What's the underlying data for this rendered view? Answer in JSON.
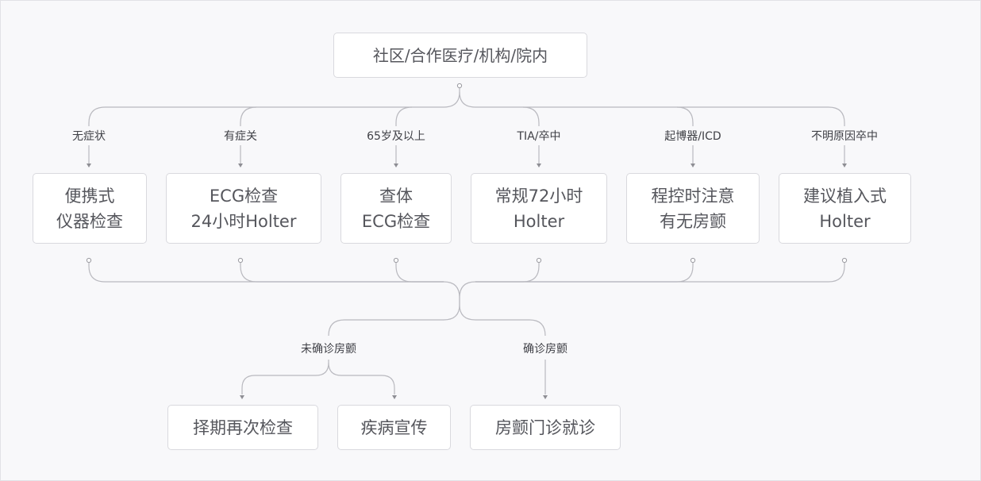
{
  "root": {
    "label": "社区/合作医疗/机构/院内"
  },
  "branches": [
    {
      "condition": "无症状",
      "lines": [
        "便携式",
        "仪器检查"
      ]
    },
    {
      "condition": "有症关",
      "lines": [
        "ECG检查",
        "24小时Holter"
      ]
    },
    {
      "condition": "65岁及以上",
      "lines": [
        "查体",
        "ECG检查"
      ]
    },
    {
      "condition": "TIA/卒中",
      "lines": [
        "常规72小时",
        "Holter"
      ]
    },
    {
      "condition": "起博器/ICD",
      "lines": [
        "程控时注意",
        "有无房颤"
      ]
    },
    {
      "condition": "不明原因卒中",
      "lines": [
        "建议植入式",
        "Holter"
      ]
    }
  ],
  "outcomes": {
    "negative": {
      "condition": "未确诊房颤",
      "actions": [
        "择期再次检查",
        "疾病宣传"
      ]
    },
    "positive": {
      "condition": "确诊房颤",
      "actions": [
        "房颤门诊就诊"
      ]
    }
  },
  "colors": {
    "line": "#b9b9bf",
    "node_border": "#d9d9de",
    "text": "#55565c"
  }
}
